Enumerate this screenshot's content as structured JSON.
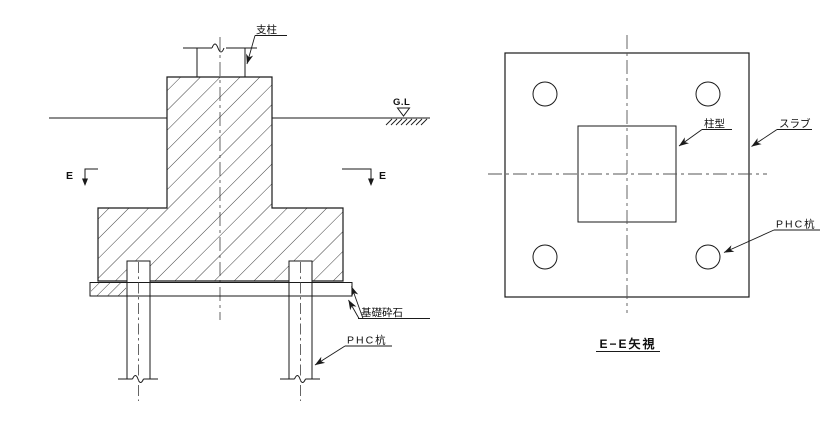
{
  "page": {
    "background": "#ffffff",
    "line_color": "#1a1a1a",
    "centerline_color": "#555555"
  },
  "section_view": {
    "labels": {
      "post": "支柱",
      "ground_level": "G.L",
      "section_letter_left": "E",
      "section_letter_right": "E",
      "crushed_stone": "基礎砕石",
      "phc_pile": "PHC杭"
    }
  },
  "plan_view": {
    "labels": {
      "column_form": "柱型",
      "slab": "スラブ",
      "phc_pile": "PHC杭"
    },
    "title": "E−E矢視"
  }
}
